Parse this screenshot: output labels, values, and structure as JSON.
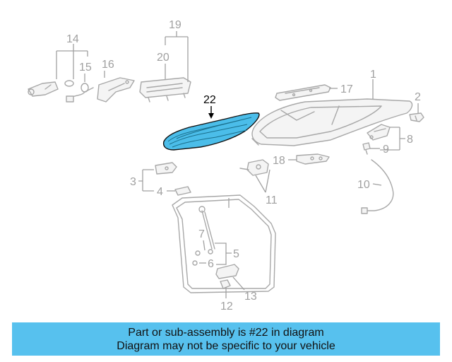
{
  "diagram": {
    "callouts": {
      "c1": "1",
      "c2": "2",
      "c3": "3",
      "c4": "4",
      "c5": "5",
      "c6": "6",
      "c7": "7",
      "c8": "8",
      "c9": "9",
      "c10": "10",
      "c11": "11",
      "c12": "12",
      "c13": "13",
      "c14": "14",
      "c15": "15",
      "c16": "16",
      "c17": "17",
      "c18": "18",
      "c19": "19",
      "c20": "20",
      "c22": "22"
    },
    "highlighted_part": "22",
    "highlight_color": "#4bbde9"
  },
  "banner": {
    "line1": "Part or sub-assembly is #22 in diagram",
    "line2": "Diagram may not be specific to your vehicle",
    "background": "#57c1ee"
  }
}
